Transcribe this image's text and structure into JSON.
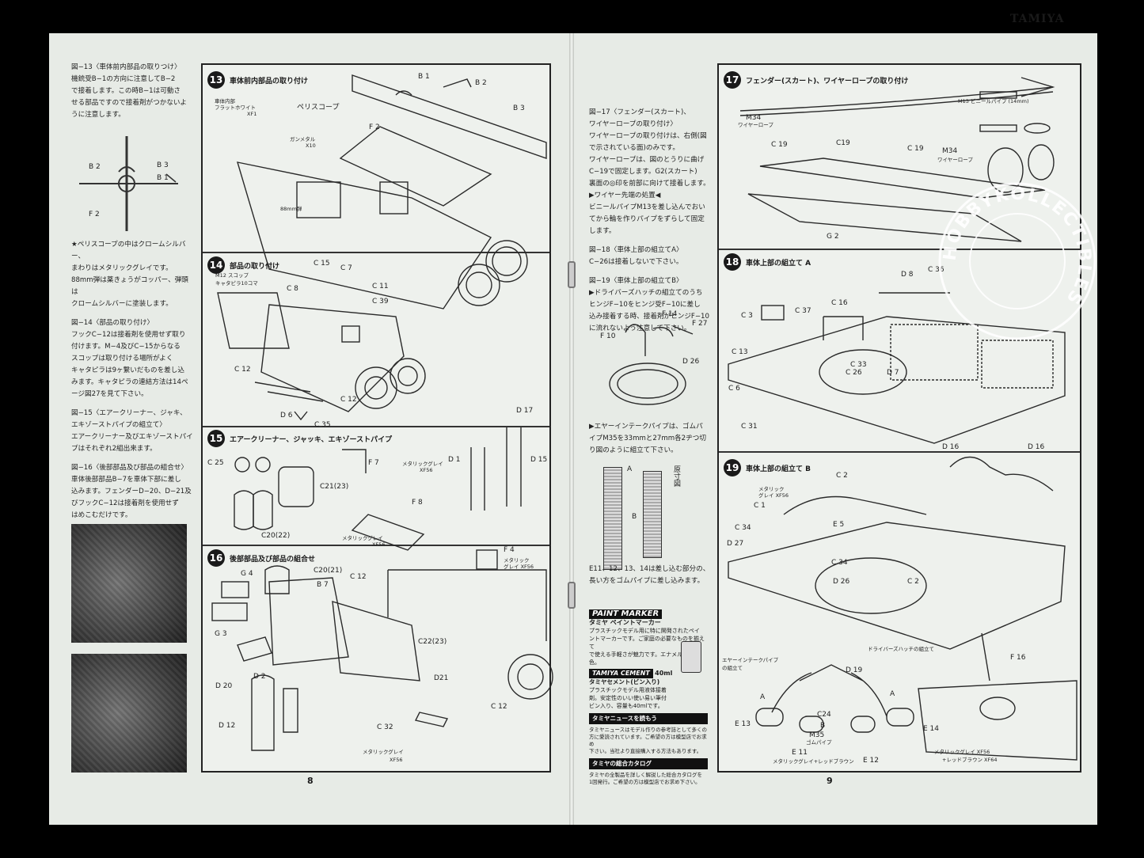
{
  "brand": "TAMIYA",
  "left_page": {
    "page_number": "8",
    "text_column": [
      "図−13〈車体前内部品の取りつけ〉\n機銃受B−1の方向に注意してB−2\nで接着します。この時B−1は可動さ\nせる部品ですので接着剤がつかないよ\nうに注意します。",
      "★ペリスコープの中はクロームシルバー、\nまわりはメタリックグレイです。\n88mm弾は薬きょうがコッパー、弾頭は\nクロームシルバーに塗装します。",
      "図−14〈部品の取り付け〉\nフックC−12は接着剤を使用せず取り\n付けます。M−4及びC−15からなる\nスコップは取り付ける場所がよく\nキャタピラは9ヶ繋いだものを差し込\nみます。キャタピラの連結方法は14ペ\nージ図27を見て下さい。",
      "図−15〈エアークリーナー、ジャキ、\nエキゾーストパイプの組立て〉\nエアークリーナー及びエキゾーストパイ\nプはそれぞれ2組出来ます。",
      "図−16〈後部部品及び部品の組合せ〉\n車体後部部品B−7を車体下部に差し\n込みます。フェンダーD−20、D−21及\nびフックC−12は接着剤を使用せず\nはめこむだけです。"
    ],
    "inset_labels": [
      "B 2",
      "B 3",
      "B 1",
      "F 2"
    ],
    "steps": [
      {
        "num": "13",
        "title": "車体前内部品の取り付け",
        "labels": [
          "車体内部",
          "フラットホワイト",
          "XF1",
          "ペリスコープ",
          "B 1",
          "B 2",
          "B 3",
          "F 2",
          "ガンメタル",
          "X10",
          "88mm弾"
        ]
      },
      {
        "num": "14",
        "title": "部品の取り付け",
        "labels": [
          "M12 スコップ",
          "キャタピラ10コマ",
          "C 15",
          "C 7",
          "C 8",
          "C 11",
          "C 39",
          "C 12",
          "D 6",
          "C 35",
          "C 12"
        ]
      },
      {
        "num": "15",
        "title": "エアークリーナー、ジャッキ、エキゾーストパイプ",
        "labels": [
          "C 25",
          "C21(23)",
          "C20(22)",
          "F 7",
          "メタリックグレイ",
          "XF56",
          "F 8",
          "メタリックグレイ",
          "XF56",
          "D 1",
          "D 15",
          "D 17",
          "F 4",
          "メタリック",
          "グレイ XF56"
        ]
      },
      {
        "num": "16",
        "title": "後部部品及び部品の組合せ",
        "labels": [
          "G 4",
          "C20(21)",
          "B 7",
          "C 12",
          "G 3",
          "C22(23)",
          "D 2",
          "D 20",
          "D21",
          "D 12",
          "C 12",
          "C 32",
          "メタリックグレイ",
          "XF56"
        ]
      }
    ]
  },
  "right_page": {
    "page_number": "9",
    "text_column": [
      "図−17〈フェンダー(スカート)、\nワイヤーロープの取り付け〉\nワイヤーロープの取り付けは、右側(図\nで示されている面)のみです。\nワイヤーロープは、図のとうりに曲げ\nC−19で固定します。G2(スカート)\n裏面の◎印を前部に向けて接着します。\n▶ワイヤー先端の処置◀\nビニールパイプM13を差し込んでおい\nてから輪を作りパイプをずらして固定\nします。",
      "図−18〈車体上部の組立てA〉\nC−26は接着しないで下さい。",
      "図−19〈車体上部の組立てB〉\n▶ドライバーズハッチの組立てのうち\nヒンジF−10をヒンジ受F−10に差し\n込み接着する時、接着剤がヒンジF−10\nに流れないよう注意して下さい。"
    ],
    "hatch_labels": [
      "F 14",
      "F 27",
      "F 10",
      "D 26"
    ],
    "intake_text": "▶エヤーインテークパイプは、ゴムパ\nイプM35を33mmと27mm各2ヂつ切\nり図のように組立て下さい。",
    "gauge_labels": [
      "A",
      "B",
      "原寸図"
    ],
    "rubber_note": "E11、12、13、14は差し込む部分の、\n長い方をゴムパイプに差し込みます。",
    "ads": {
      "paint_marker_title": "PAINT MARKER",
      "paint_marker_sub": "タミヤ ペイントマーカー",
      "paint_marker_text": "プラスチックモデル用に特に開発されたペイ\nントマーカーです。ご家庭の必要なものを揃えて\nで使える手軽さが魅力です。エナメル系 12色。",
      "cement_title": "TAMIYA CEMENT",
      "cement_size": "40ml",
      "cement_sub": "タミヤセメント(ビン入り)",
      "cement_text": "プラスチックモデル用液体接着\n剤。安定性のいい使い易い筆付\nビン入り、容量も40mlです。",
      "news_title": "タミヤニュースを読もう",
      "news_text": "タミヤニュースはモデル作りの参考誌として多くの\n方に愛読されています。ご希望の方は模型店でお求め\n下さい。当社より直接購入する方法もあります。",
      "catalog_title": "タミヤの総合カタログ",
      "catalog_text": "タミヤの全製品を詳しく解説した総合カタログを\n1回発行。ご希望の方は模型店でお求め下さい。"
    },
    "steps": [
      {
        "num": "17",
        "title": "フェンダー(スカート)、ワイヤーロープの取り付け",
        "labels": [
          "M13 ビニールパイプ (14mm)",
          "M34",
          "ワイヤーロープ",
          "C 19",
          "C19",
          "C 19",
          "M34",
          "ワイヤーロープ",
          "G 2"
        ]
      },
      {
        "num": "18",
        "title": "車体上部の組立て A",
        "labels": [
          "D 8",
          "C 36",
          "C 16",
          "C 37",
          "C 3",
          "C 13",
          "C 33",
          "C 26",
          "D 7",
          "C 6",
          "C 31"
        ]
      },
      {
        "num": "19",
        "title": "車体上部の組立て B",
        "labels": [
          "C 2",
          "メタリック",
          "グレイ XF56",
          "C 1",
          "E 5",
          "C 34",
          "D 27",
          "C 34",
          "D 26",
          "C 2",
          "D 16",
          "D 16",
          "F 16",
          "ドライバーズハッチの組立て",
          "エヤーインテークパイプ",
          "の組立て",
          "D 19",
          "A",
          "C24",
          "A",
          "B",
          "M35",
          "ゴムパイプ",
          "E 13",
          "E 14",
          "E 11",
          "E 12",
          "メタリックグレイ+レッドブラウン",
          "メタリックグレイ XF56",
          "+レッドブラウン XF64"
        ]
      }
    ]
  },
  "watermark": "HOBBYKOLLECTIBLES"
}
